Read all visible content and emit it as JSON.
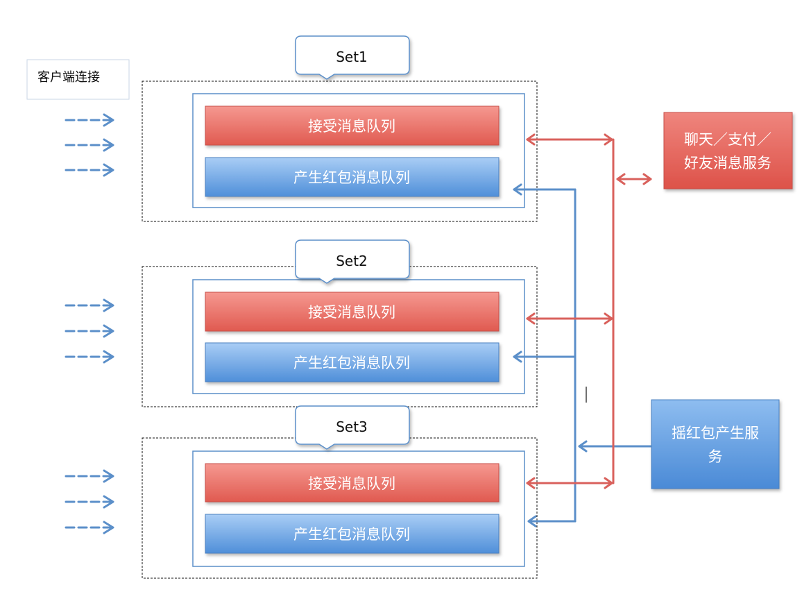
{
  "client_label": "客户端连接",
  "sets": [
    {
      "label": "Set1",
      "receive_queue": "接受消息队列",
      "redpacket_queue": "产生红包消息队列"
    },
    {
      "label": "Set2",
      "receive_queue": "接受消息队列",
      "redpacket_queue": "产生红包消息队列"
    },
    {
      "label": "Set3",
      "receive_queue": "接受消息队列",
      "redpacket_queue": "产生红包消息队列"
    }
  ],
  "services": {
    "chat_pay_friend": {
      "line1": "聊天／支付／",
      "line2": "好友消息服务"
    },
    "shake_redpacket": {
      "line1": "摇红包产生服",
      "line2": "务"
    }
  },
  "colors": {
    "red_bar": "#e5625a",
    "blue_bar": "#5b97dc",
    "red_line": "#d9615c",
    "blue_line": "#5b8fc9",
    "frame_border": "#5b8fc9"
  }
}
